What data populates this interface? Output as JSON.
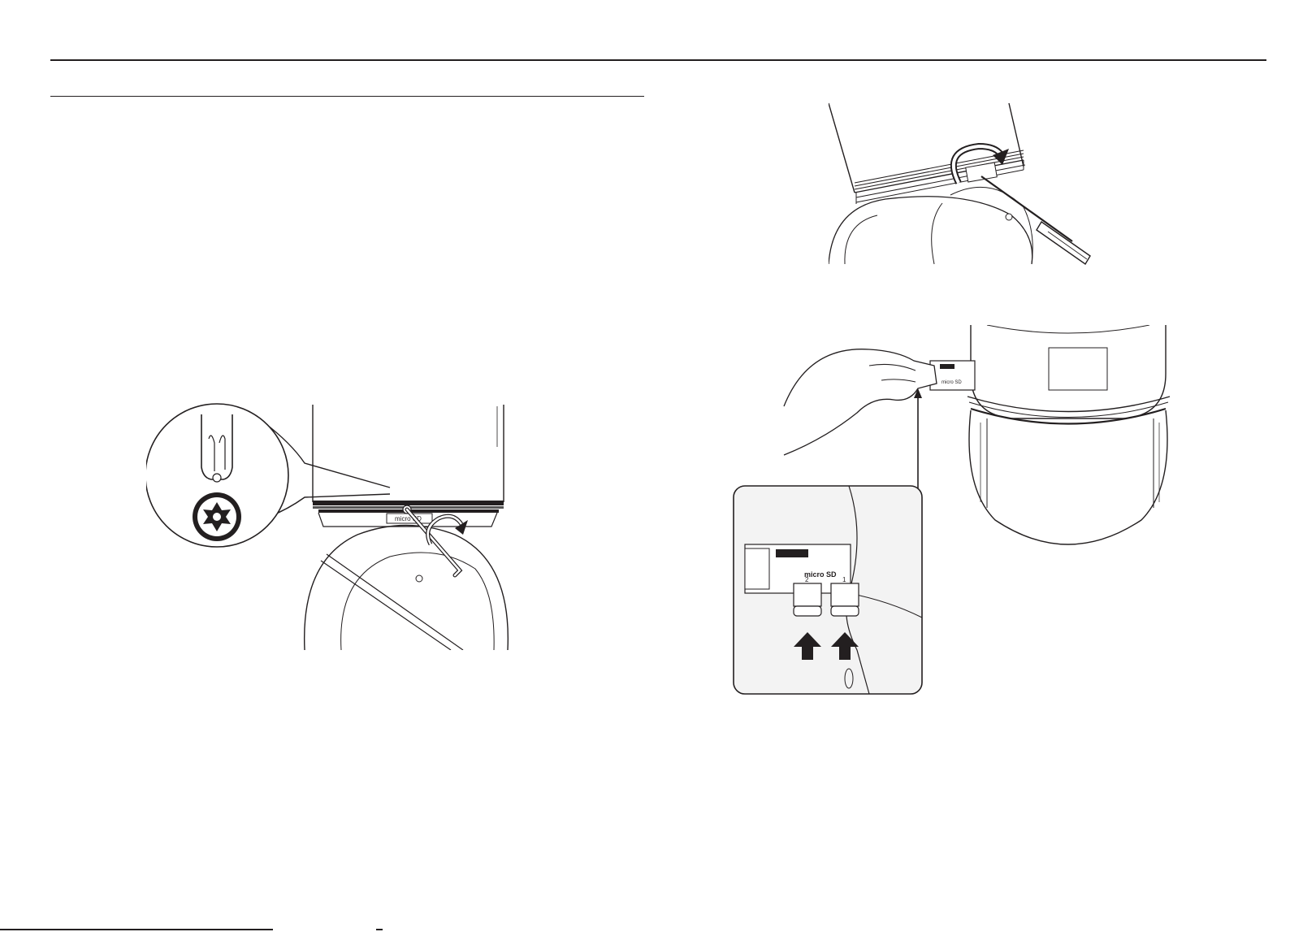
{
  "colors": {
    "ink": "#231f20",
    "paper": "#ffffff",
    "shade": "#cfcfcf",
    "callout_bg": "#f3f3f3"
  },
  "figures": {
    "figure_1": {
      "description_icons": [
        "torx-bit-icon",
        "torx-socket-icon",
        "hex-key-icon",
        "rotation-arrow-icon"
      ],
      "label": "micro SD"
    },
    "figure_2": {
      "description_icons": [
        "screwdriver-icon",
        "rotation-arrow-icon"
      ]
    },
    "figure_3": {
      "description_icons": [
        "hand-icon",
        "pointer-arrow-icon",
        "up-arrow-icon",
        "up-arrow-icon"
      ],
      "slot_labels": [
        "2",
        "1"
      ],
      "label": "micro SD"
    }
  }
}
